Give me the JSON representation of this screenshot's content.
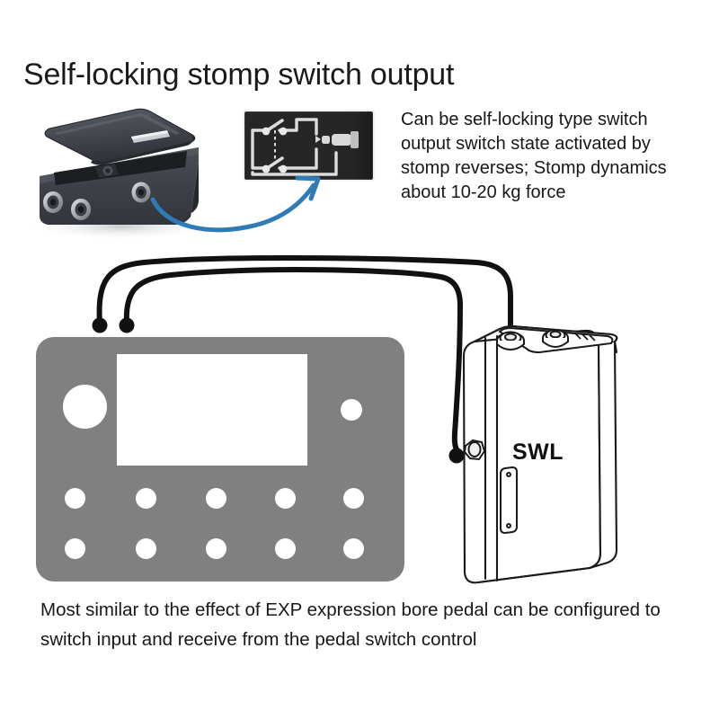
{
  "page": {
    "title": "Self-locking stomp switch output",
    "background_color": "#ffffff"
  },
  "description": {
    "text": "Can be self-locking type switch output switch state activated by stomp reverses; Stomp dynamics about 10-20 kg force"
  },
  "caption": {
    "text": "Most similar to the effect of EXP expression bore pedal can be configured to switch input and receive from the pedal switch control"
  },
  "device": {
    "label": "SWL"
  },
  "colors": {
    "panel_gray": "#808080",
    "screen_white": "#ffffff",
    "arrow_blue": "#2E7BB5",
    "cable_black": "#111111",
    "pedal_dark": "#3c3f44",
    "schematic_dark": "#242424",
    "text_dark": "#171717"
  },
  "icons": {
    "pedal": "expression-pedal",
    "schematic": "dpdt-switch-schematic",
    "arrow": "blue-curved-arrow",
    "swl_box": "swl-switch-box"
  },
  "panel": {
    "knob_large": "volume-knob",
    "knob_small": "indicator-knob",
    "screen": "display-screen",
    "button_rows": [
      [
        "btn-1",
        "btn-2",
        "btn-3",
        "btn-4",
        "btn-5"
      ],
      [
        "btn-6",
        "btn-7",
        "btn-8",
        "btn-9",
        "btn-10"
      ]
    ]
  }
}
